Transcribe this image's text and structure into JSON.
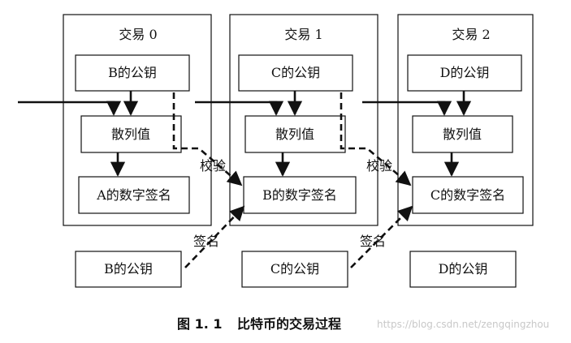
{
  "transactions": [
    {
      "title": "交易 0",
      "pubkey": "B的公钥",
      "hash": "散列值",
      "signature": "A的数字签名"
    },
    {
      "title": "交易 1",
      "pubkey": "C的公钥",
      "hash": "散列值",
      "signature": "B的数字签名"
    },
    {
      "title": "交易 2",
      "pubkey": "D的公钥",
      "hash": "散列值",
      "signature": "C的数字签名"
    }
  ],
  "bottom_keys": [
    "B的公钥",
    "C的公钥",
    "D的公钥"
  ],
  "edge_labels": {
    "verify": "校验",
    "sign": "签名"
  },
  "caption": {
    "number": "图 1. 1",
    "text": "比特币的交易过程"
  },
  "watermark": "https://blog.csdn.net/zengqingzhou"
}
